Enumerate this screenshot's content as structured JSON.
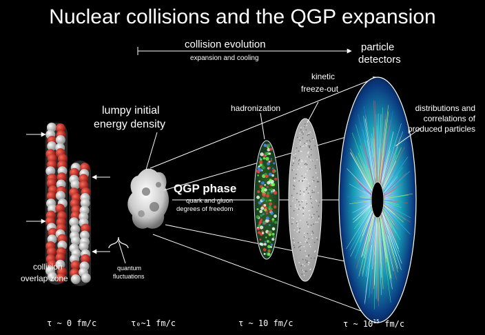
{
  "title": "Nuclear collisions and the QGP expansion",
  "evolution": {
    "main": "collision evolution",
    "sub": "expansion and cooling"
  },
  "detectors": {
    "line1": "particle",
    "line2": "detectors"
  },
  "labels": {
    "kinetic": [
      "kinetic",
      "freeze-out"
    ],
    "hadronization": "hadronization",
    "lumpy": [
      "lumpy initial",
      "energy density"
    ],
    "qgp": "QGP phase",
    "qgp_sub": [
      "quark and gluon",
      "degrees of freedom"
    ],
    "distributions": [
      "distributions and",
      "correlations of",
      "produced particles"
    ],
    "overlap": [
      "collision",
      "overlap zone"
    ],
    "quantum": [
      "quantum",
      "fluctuations"
    ]
  },
  "times": {
    "t0": "τ ~ 0 fm/c",
    "t1": "τ₀~1 fm/c",
    "t2": "τ ~ 10 fm/c",
    "t3_base": "τ ~ 10",
    "t3_exp": "15",
    "t3_unit": "fm/c"
  },
  "colors": {
    "background": "#000000",
    "text": "#ffffff",
    "nucleon_red": "#c0201a",
    "nucleon_white": "#e8e8e8"
  }
}
